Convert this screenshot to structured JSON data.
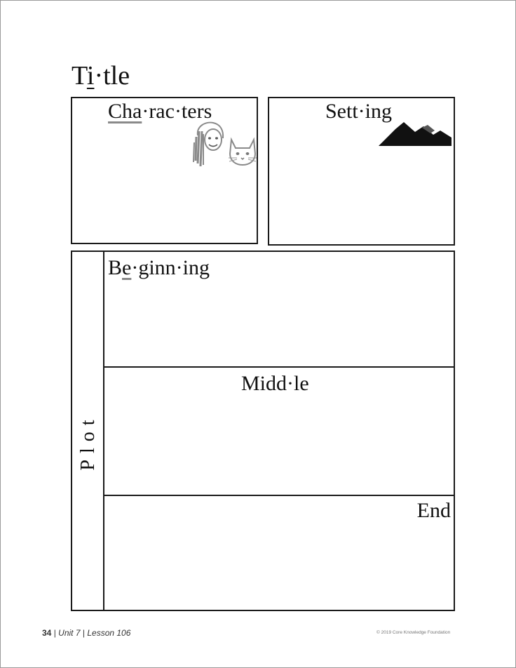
{
  "worksheet": {
    "title_pre": "T",
    "title_underlined": "i",
    "title_post": "·tle",
    "characters": {
      "underlined": "Cha",
      "rest": "·rac·ters"
    },
    "setting": {
      "label": "Sett·ing"
    },
    "plot": {
      "side_label": "Plot",
      "beginning": {
        "pre": "B",
        "underlined": "e",
        "post": "·ginn·ing"
      },
      "middle": "Midd·le",
      "end": "End"
    }
  },
  "footer": {
    "page_number": "34",
    "separator": "|",
    "unit": "Unit 7",
    "lesson": "Lesson 106",
    "copyright": "© 2019 Core Knowledge Foundation"
  },
  "icons": {
    "characters": [
      "girl-face-icon",
      "cat-face-icon"
    ],
    "setting": [
      "mountains-icon"
    ]
  }
}
